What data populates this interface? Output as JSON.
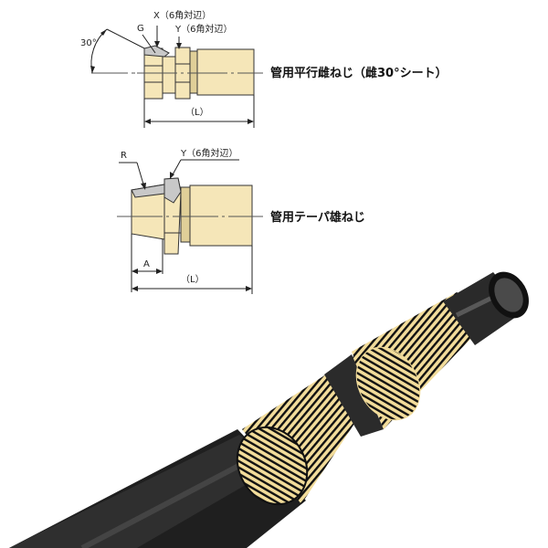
{
  "diagram1": {
    "title": "管用平行雌ねじ（雌30°シート）",
    "label_x": "X（6角対辺）",
    "label_y": "Y（6角対辺）",
    "label_g": "G",
    "label_angle": "30°",
    "label_length": "（L）"
  },
  "diagram2": {
    "title": "管用テーパ雄ねじ",
    "label_r": "R",
    "label_y": "Y（6角対辺）",
    "label_a": "A",
    "label_length": "（L）"
  },
  "colors": {
    "fitting_body": "#f5e6b8",
    "fitting_shadow": "#e0cf98",
    "seat_gray": "#c8c8c8",
    "hose_black": "#1a1a1a",
    "braid_yellow": "#f2dc9a"
  }
}
